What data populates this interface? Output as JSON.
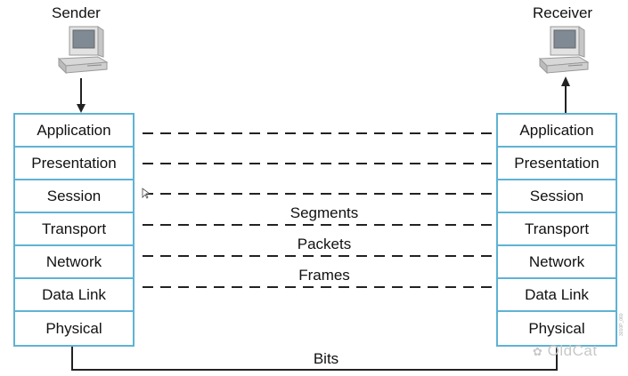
{
  "sender_label": "Sender",
  "receiver_label": "Receiver",
  "layers": [
    "Application",
    "Presentation",
    "Session",
    "Transport",
    "Network",
    "Data Link",
    "Physical"
  ],
  "pdus": {
    "segments": "Segments",
    "packets": "Packets",
    "frames": "Frames",
    "bits": "Bits"
  },
  "watermark": "OldCat",
  "figure_id": "3010P_060",
  "colors": {
    "stack_border": "#5fb2d4",
    "line": "#222222"
  }
}
